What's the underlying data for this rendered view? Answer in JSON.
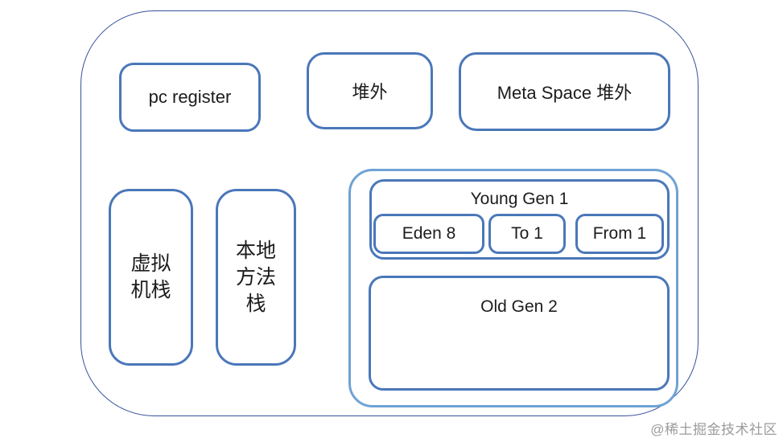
{
  "diagram": {
    "title_hint": "JVM runtime memory structure",
    "pc_register": {
      "label": "pc register"
    },
    "off_heap": {
      "label": "堆外"
    },
    "meta_space": {
      "label": "Meta Space 堆外"
    },
    "vm_stack": {
      "lines": [
        "虚拟",
        "机栈"
      ]
    },
    "native_stack": {
      "lines": [
        "本地",
        "方法",
        "栈"
      ]
    },
    "heap": {
      "young_gen": {
        "label": "Young Gen 1",
        "children": [
          {
            "label": "Eden 8"
          },
          {
            "label": "To 1"
          },
          {
            "label": "From 1"
          }
        ]
      },
      "old_gen": {
        "label": "Old Gen 2"
      }
    }
  },
  "watermark": {
    "label": "@稀土掘金技术社区"
  },
  "colors": {
    "node_border": "#4a77b9",
    "heap_border": "#6fa3d3",
    "outer_border": "#35519b",
    "text": "#1c1c1c",
    "watermark": "#9b9b9b",
    "background": "#ffffff"
  }
}
